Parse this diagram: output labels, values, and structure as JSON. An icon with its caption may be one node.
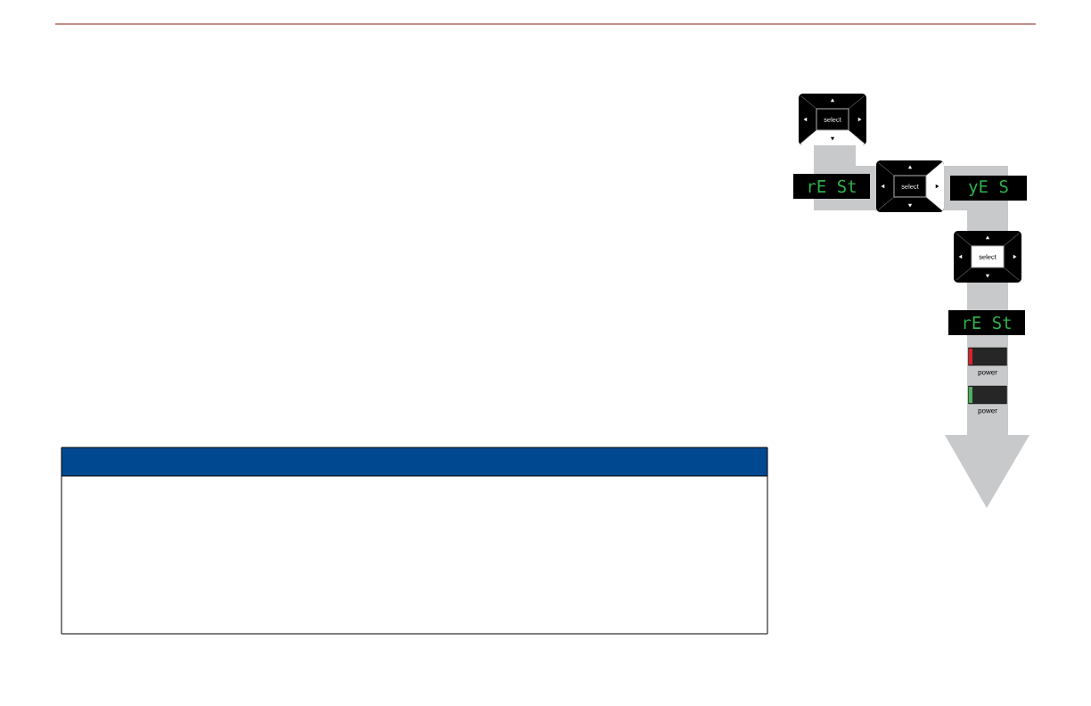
{
  "diagram": {
    "nodes": [
      {
        "text": [
          "select"
        ]
      },
      {
        "text": [
          "rE St"
        ]
      },
      {
        "text": [
          "select"
        ]
      },
      {
        "text": [
          "yE S"
        ]
      },
      {
        "text": [
          "select"
        ]
      },
      {
        "text": [
          "rE St"
        ]
      },
      {
        "text": [],
        "shape": "box",
        "beside": [
          "power"
        ]
      },
      {
        "text": [],
        "shape": "box",
        "beside": [
          "power"
        ]
      }
    ]
  }
}
